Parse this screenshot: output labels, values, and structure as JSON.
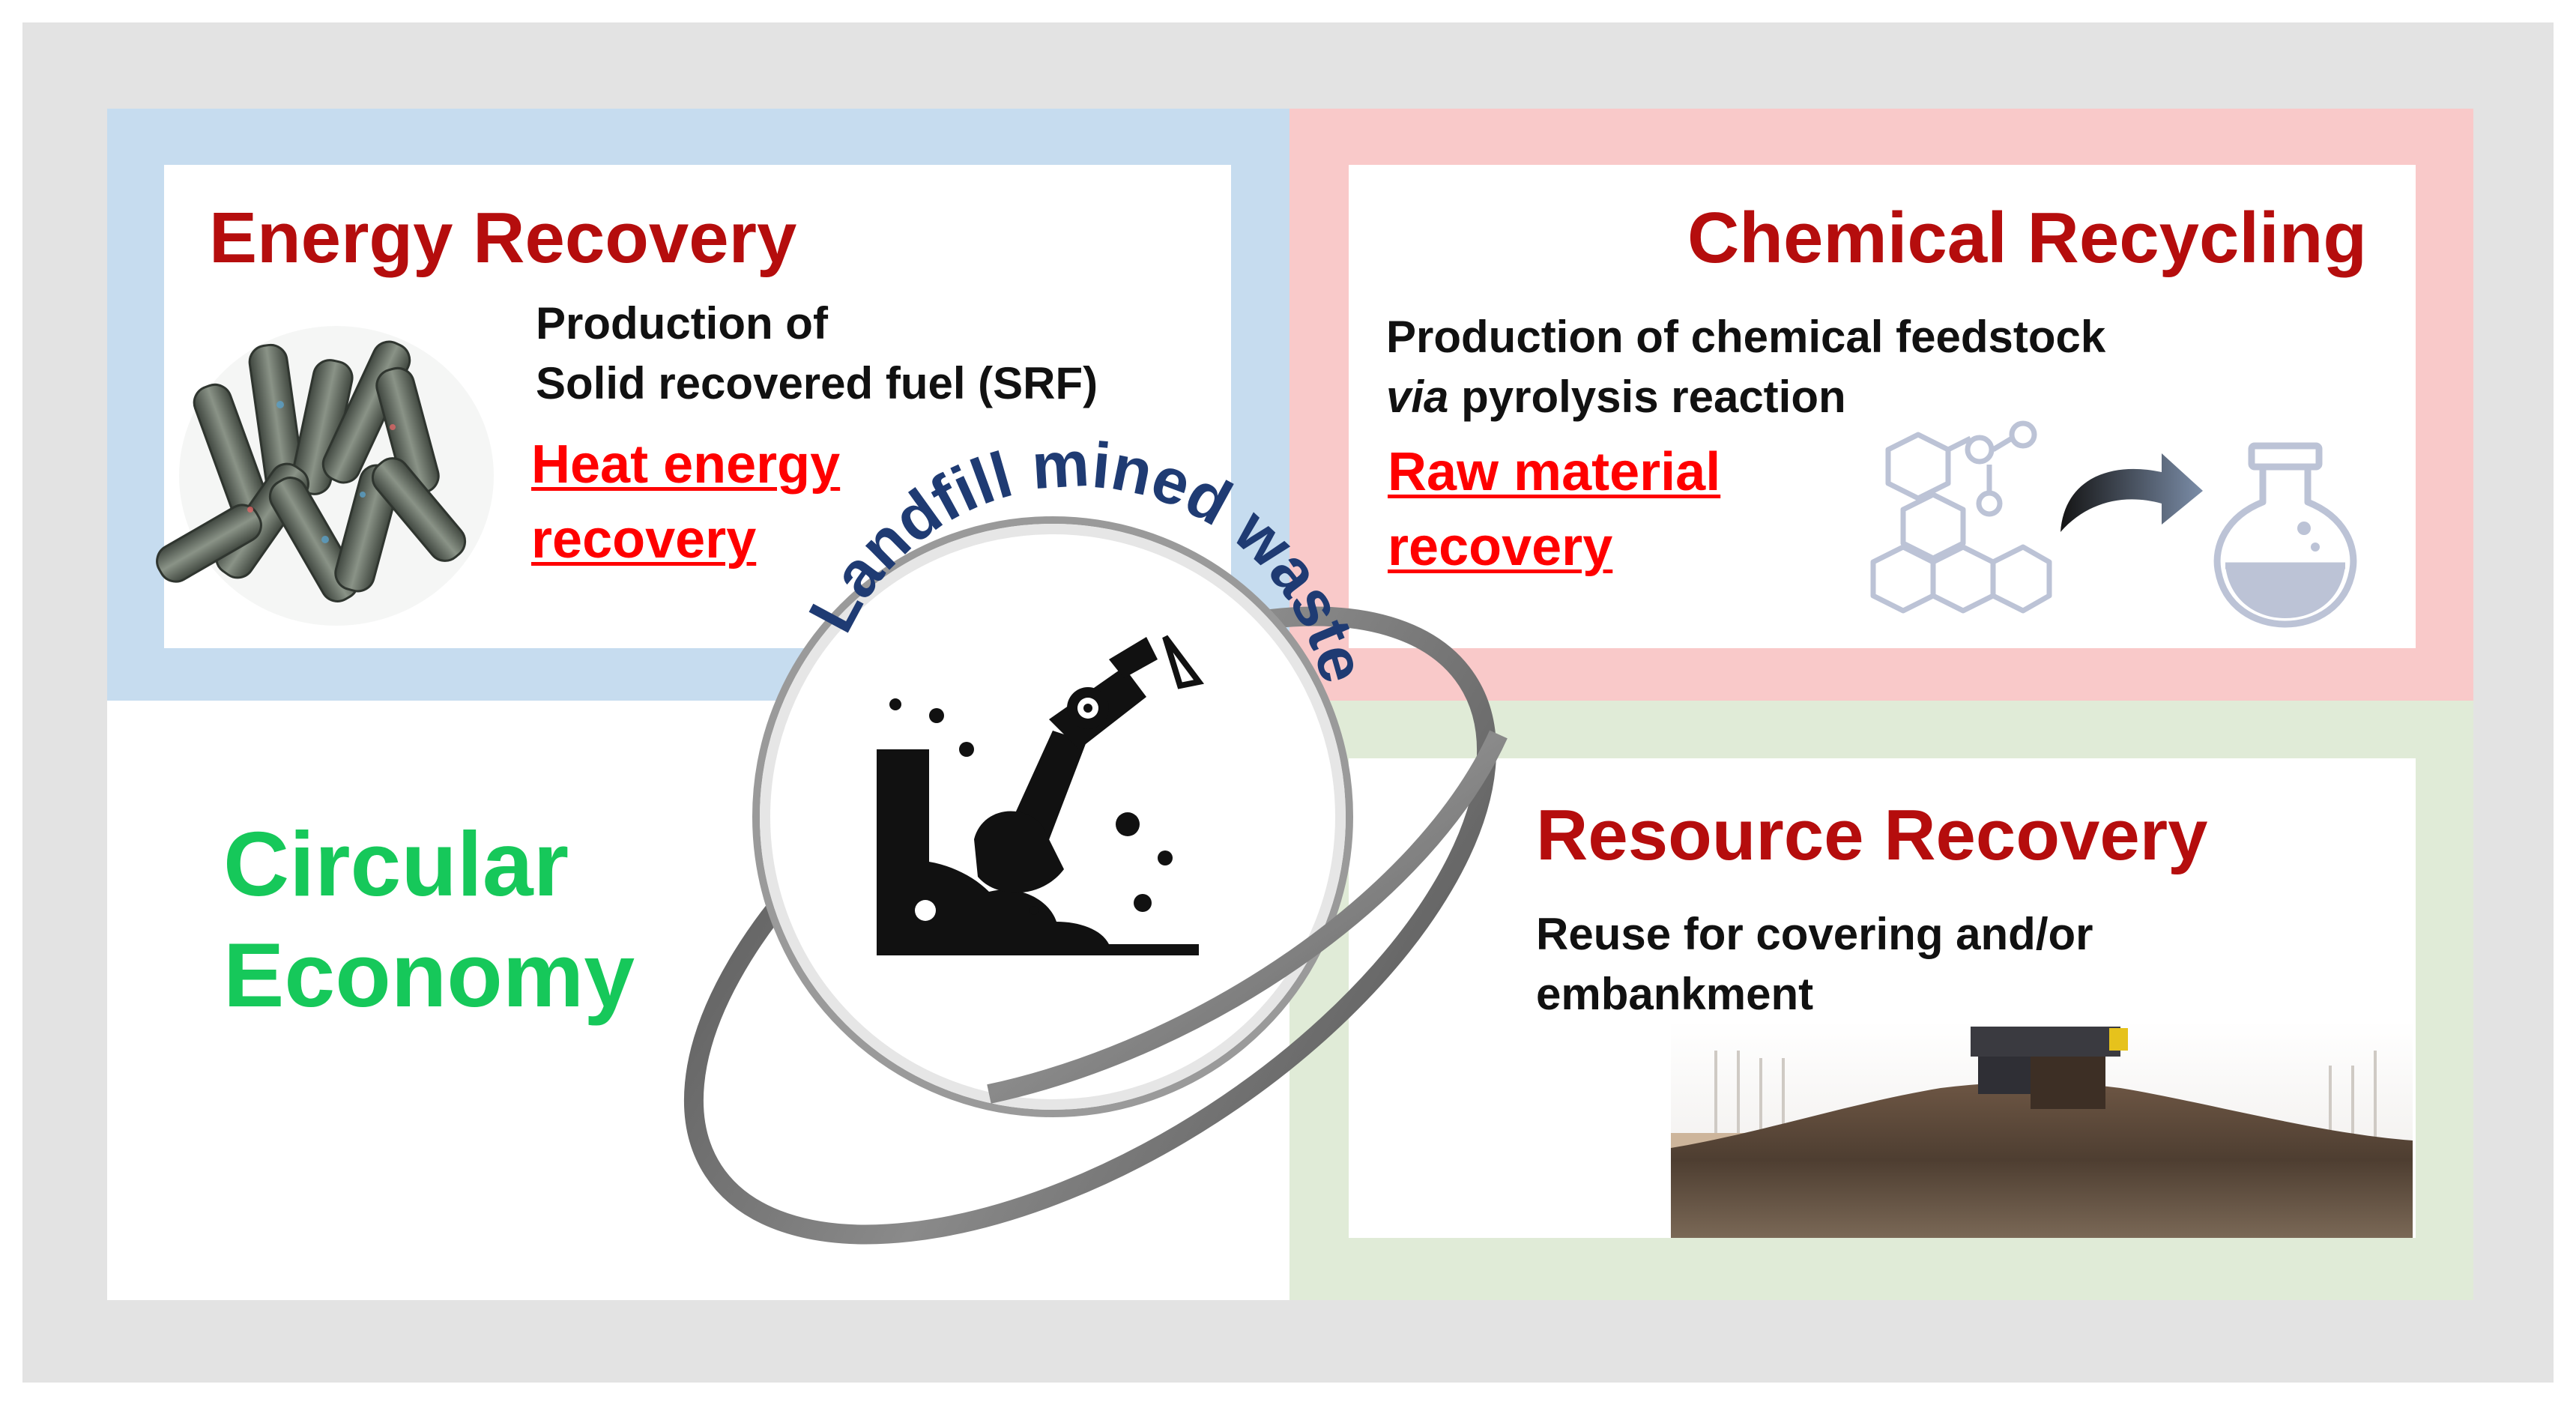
{
  "colors": {
    "title_red": "#b50d0d",
    "link_red": "#ff0000",
    "green": "#16c85a",
    "navy": "#1f3b73"
  },
  "energy": {
    "title": "Energy Recovery",
    "line1": "Production of",
    "line2": "Solid recovered fuel (SRF)",
    "link_line1": "Heat energy",
    "link_line2": "recovery",
    "image": "srf-pellets-photo"
  },
  "chemical": {
    "title": "Chemical Recycling",
    "line1": "Production of chemical feedstock",
    "line2_italic": "via",
    "line2_rest": " pyrolysis reaction",
    "link_line1": "Raw material",
    "link_line2": "recovery",
    "icons": [
      "molecule-icon",
      "arrow-icon",
      "flask-icon"
    ]
  },
  "resource": {
    "title": "Resource Recovery",
    "line1": "Reuse for covering and/or",
    "line2": "embankment",
    "image": "soil-heap-photo"
  },
  "circular": {
    "line1": "Circular",
    "line2": "Economy"
  },
  "center": {
    "arc_label": "Landfill mined waste",
    "icon": "excavator-icon"
  }
}
